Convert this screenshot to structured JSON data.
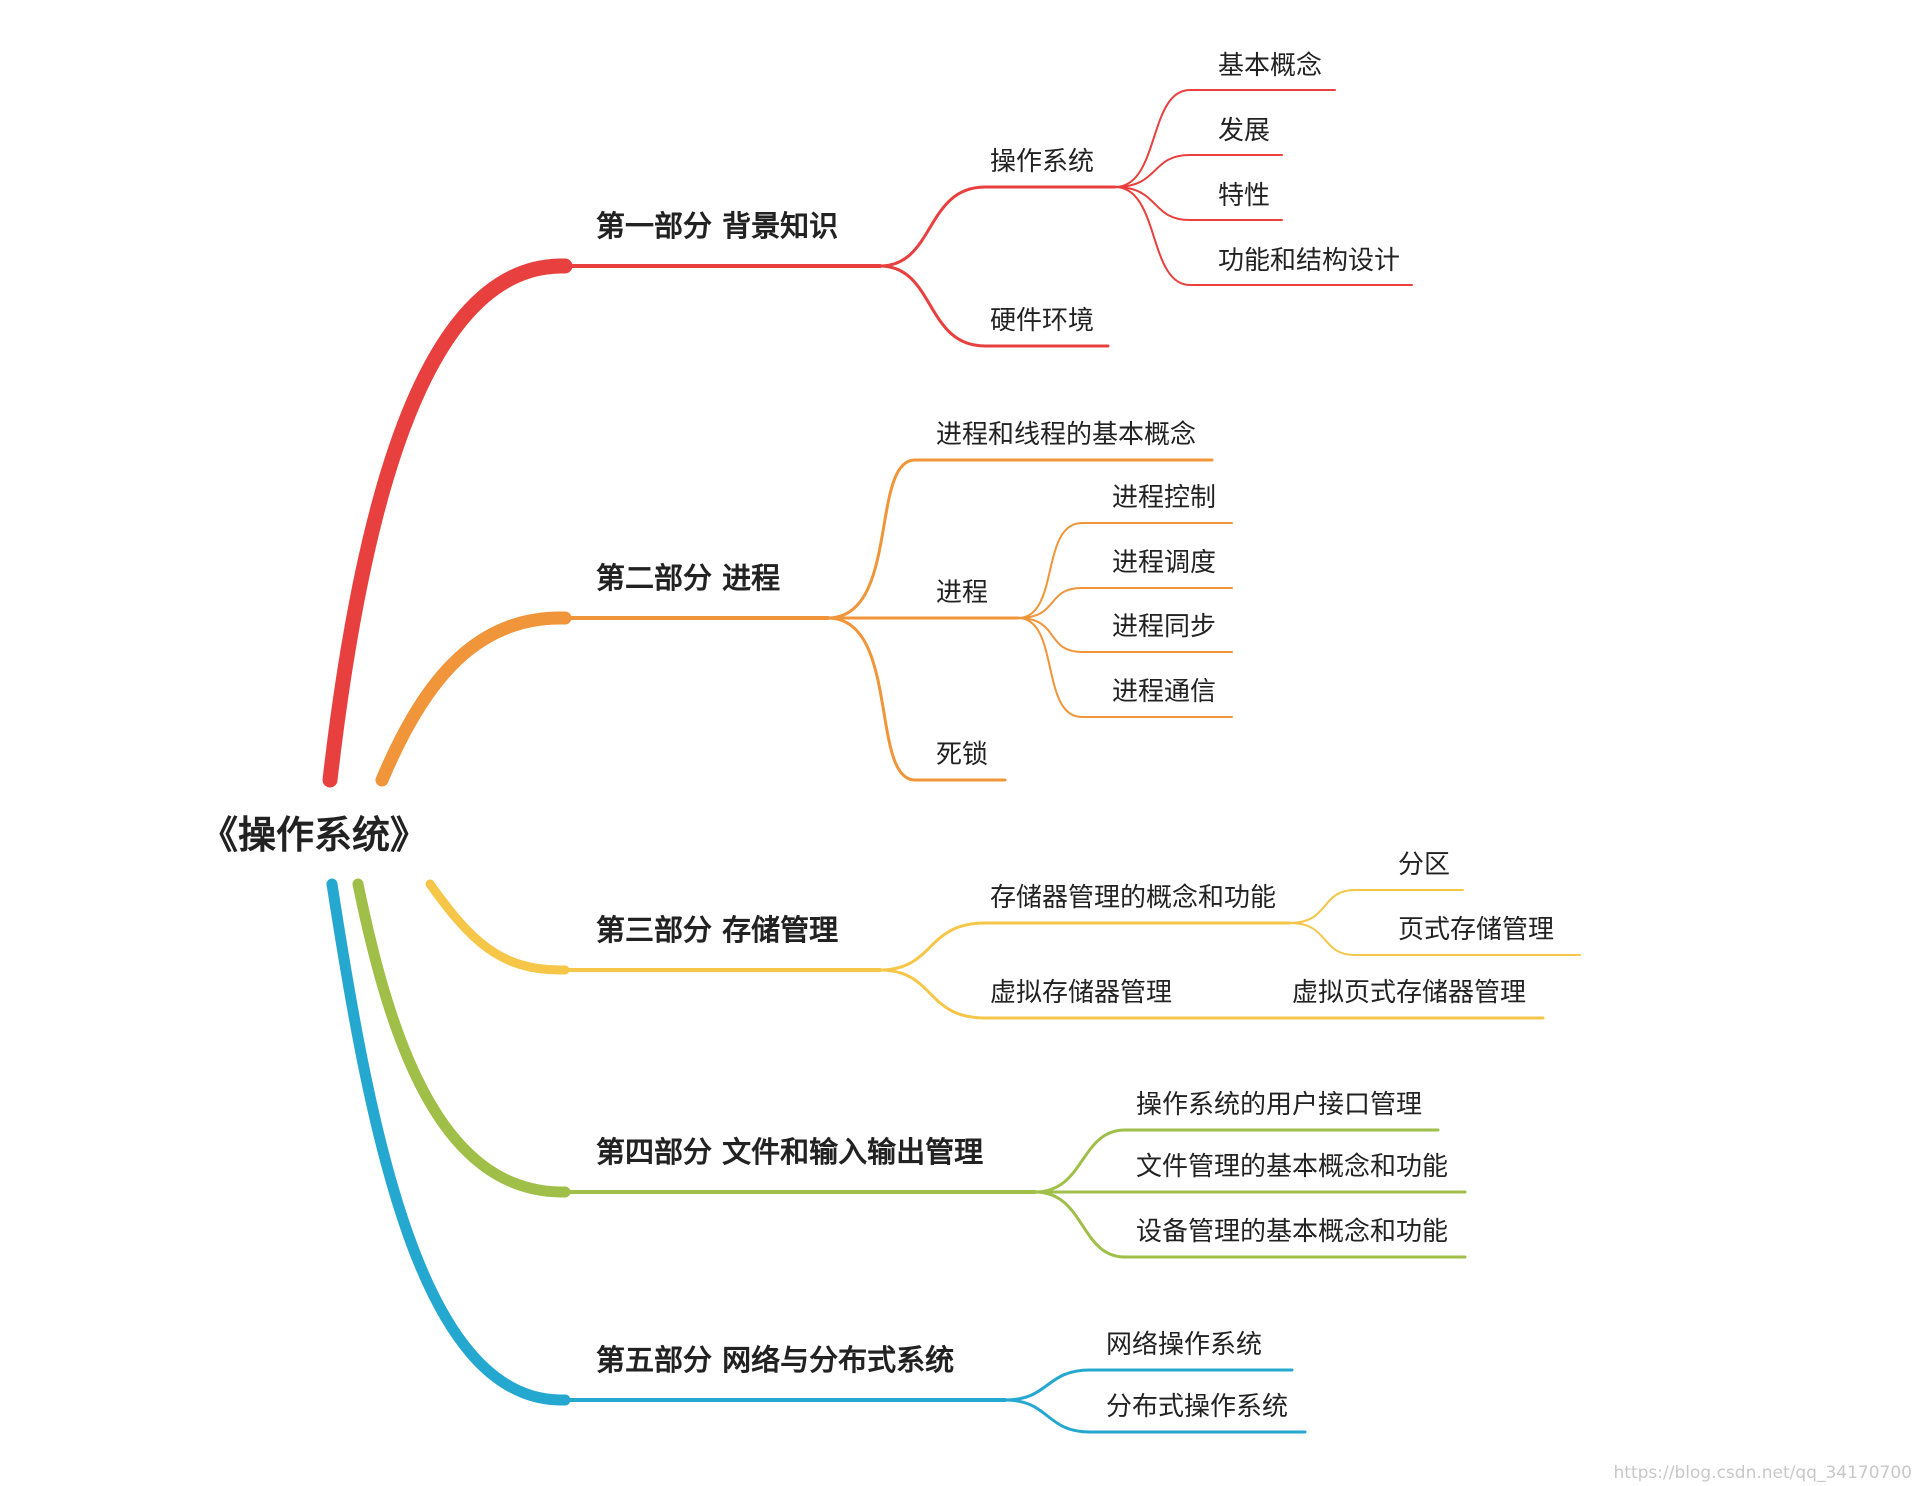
{
  "root": {
    "label": "《操作系统》"
  },
  "colors": {
    "part1": "#e8403e",
    "part2": "#f0953a",
    "part3": "#f6c648",
    "part4": "#9fbf48",
    "part5": "#25a8d0"
  },
  "parts": [
    {
      "label": "第一部分 背景知识",
      "children": [
        {
          "label": "操作系统",
          "children": [
            "基本概念",
            "发展",
            "特性",
            "功能和结构设计"
          ]
        },
        {
          "label": "硬件环境"
        }
      ]
    },
    {
      "label": "第二部分  进程",
      "children": [
        {
          "label": "进程和线程的基本概念"
        },
        {
          "label": "进程",
          "children": [
            "进程控制",
            "进程调度",
            "进程同步",
            "进程通信"
          ]
        },
        {
          "label": "死锁"
        }
      ]
    },
    {
      "label": "第三部分 存储管理",
      "children": [
        {
          "label": "存储器管理的概念和功能",
          "children": [
            "分区",
            "页式存储管理"
          ]
        },
        {
          "label": "虚拟存储器管理",
          "children": [
            "虚拟页式存储器管理"
          ]
        }
      ]
    },
    {
      "label": "第四部分 文件和输入输出管理",
      "children": [
        {
          "label": "操作系统的用户接口管理"
        },
        {
          "label": "文件管理的基本概念和功能"
        },
        {
          "label": "设备管理的基本概念和功能"
        }
      ]
    },
    {
      "label": "第五部分 网络与分布式系统",
      "children": [
        {
          "label": "网络操作系统"
        },
        {
          "label": "分布式操作系统"
        }
      ]
    }
  ],
  "watermark": "https://blog.csdn.net/qq_34170700"
}
